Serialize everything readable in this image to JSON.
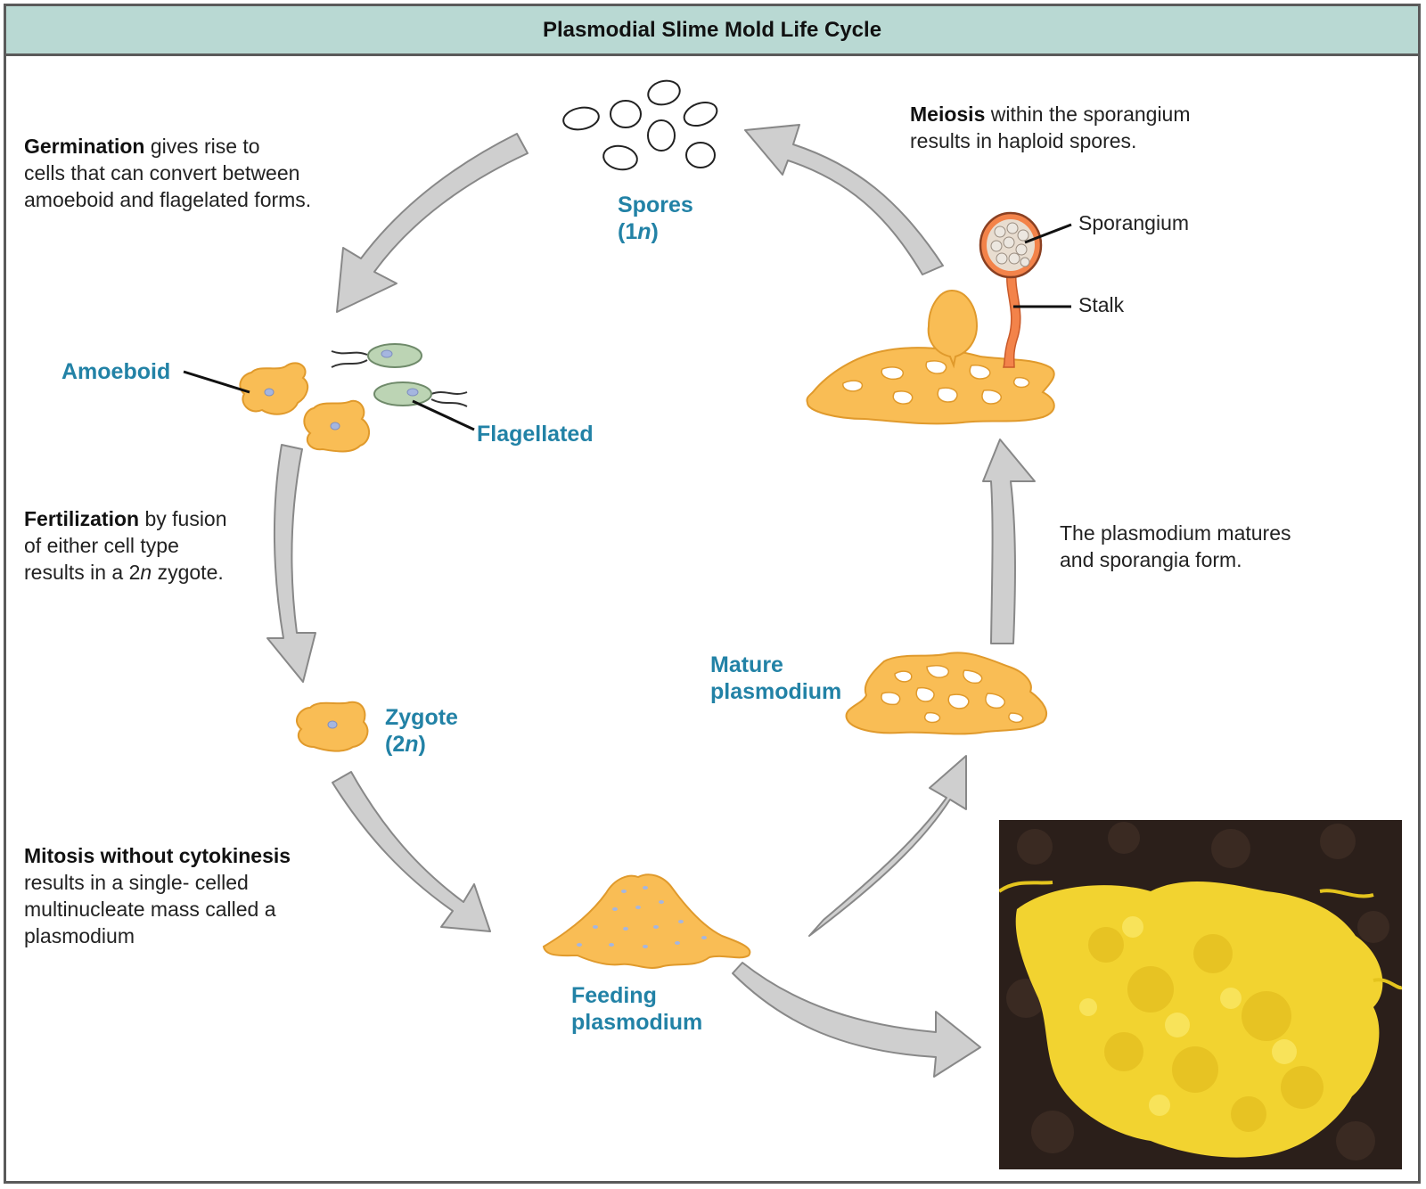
{
  "title": "Plasmodial Slime Mold Life Cycle",
  "descriptions": {
    "germination": {
      "bold": "Germination",
      "rest_1": " gives rise to",
      "line_2": "cells that can convert between",
      "line_3": "amoeboid and flagelated forms."
    },
    "fertilization": {
      "bold": "Fertilization",
      "rest_1": " by fusion",
      "line_2": "of either cell type",
      "line_3_pre": "results in a 2",
      "line_3_italic": "n",
      "line_3_post": " zygote."
    },
    "mitosis": {
      "bold": "Mitosis without cytokinesis",
      "line_2": "results in a single- celled",
      "line_3": "multinucleate mass called a",
      "line_4": "plasmodium"
    },
    "meiosis": {
      "bold": "Meiosis",
      "rest_1": " within the sporangium",
      "line_2": "results in haploid spores."
    },
    "maturation": {
      "line_1": "The plasmodium matures",
      "line_2": "and sporangia form."
    }
  },
  "stages": {
    "spores": {
      "line_1": "Spores",
      "line_2_pre": "(1",
      "line_2_italic": "n",
      "line_2_post": ")"
    },
    "amoeboid": "Amoeboid",
    "flagellated": "Flagellated",
    "zygote": {
      "line_1": "Zygote",
      "line_2_pre": "(2",
      "line_2_italic": "n",
      "line_2_post": ")"
    },
    "feeding": {
      "line_1": "Feeding",
      "line_2": "plasmodium"
    },
    "mature": {
      "line_1": "Mature",
      "line_2": "plasmodium"
    }
  },
  "callouts": {
    "sporangium": "Sporangium",
    "stalk": "Stalk"
  },
  "colors": {
    "header_bg": "#b9d9d3",
    "stage_label": "#2282a6",
    "plasmodium": "#f9bd55",
    "arrow_fill": "#cfcfcf",
    "flagellate": "#bcd4b4",
    "stalk": "#f3834a"
  }
}
